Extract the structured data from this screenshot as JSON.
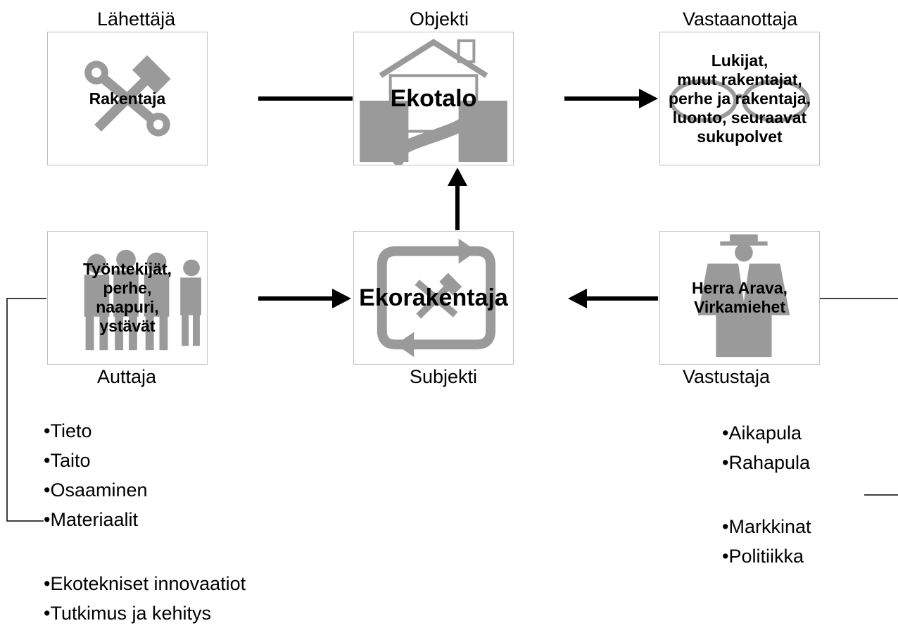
{
  "top_row": {
    "sender": {
      "role": "Lähettäjä",
      "text": "Rakentaja",
      "icon": "tools-icon"
    },
    "object": {
      "role": "Objekti",
      "text": "Ekotalo",
      "icon": "house-icon"
    },
    "receiver": {
      "role": "Vastaanottaja",
      "text": "Lukijat,\nmuut rakentajat,\nperhe ja rakentaja,\nluonto, seuraavat\nsukupolvet",
      "icon": "glasses-icon"
    }
  },
  "bottom_row": {
    "helper": {
      "role": "Auttaja",
      "text": "Työntekijät,\nperhe,\nnaapuri,\nystävät",
      "icon": "people-icon"
    },
    "subject": {
      "role": "Subjekti",
      "text": "Ekorakentaja",
      "icon": "recycle-tools-icon"
    },
    "opponent": {
      "role": "Vastustaja",
      "text": "Herra Arava,\nVirkamiehet",
      "icon": "official-man-icon"
    }
  },
  "helper_lists": {
    "group1": [
      "Tieto",
      "Taito",
      "Osaaminen",
      "Materiaalit"
    ],
    "group2": [
      "Ekotekniset innovaatiot",
      "Tutkimus ja kehitys"
    ]
  },
  "opponent_lists": {
    "group1": [
      "Aikapula",
      "Rahapula"
    ],
    "group2": [
      "Markkinat",
      "Politiikka"
    ]
  },
  "colors": {
    "icon_gray": "#9a9a9a",
    "line": "#000000",
    "border": "#c0c0c0"
  }
}
